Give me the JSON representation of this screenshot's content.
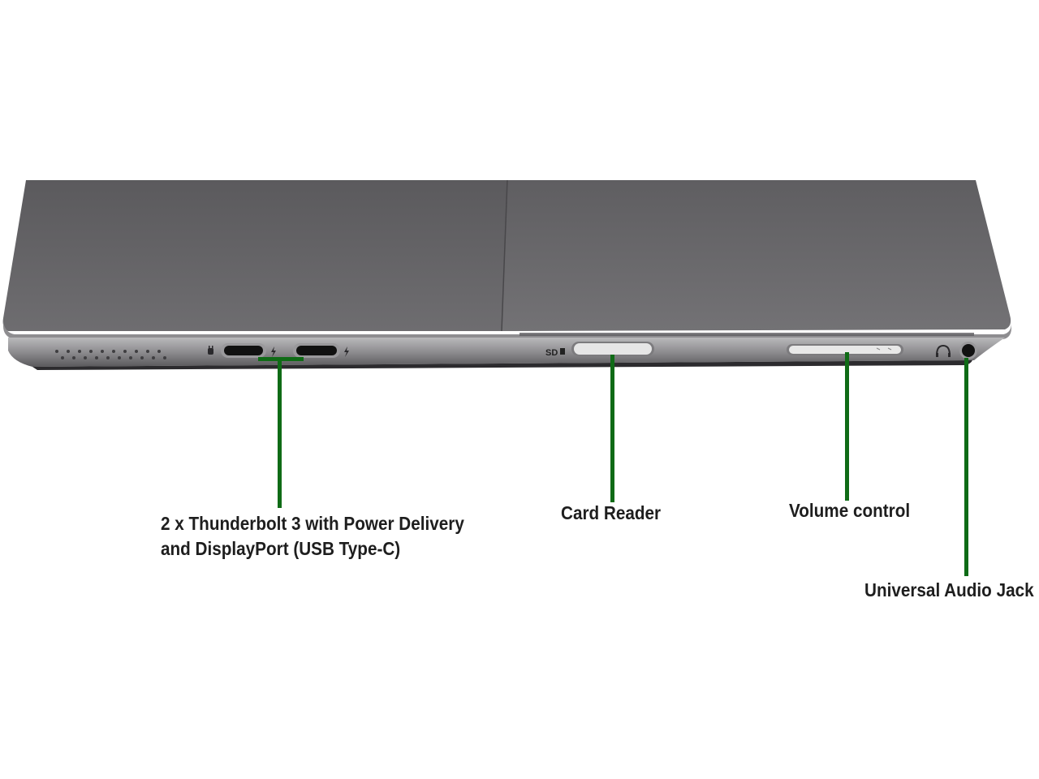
{
  "device": {
    "colors": {
      "body_dark": "#555457",
      "body_light": "#6f6e70",
      "edge": "#9a9a9c",
      "port": "#111111",
      "slot": "#e6e6e6",
      "callout_line": "#0f6b16"
    },
    "icons": [
      "speaker-grille-icon",
      "power-plug-icon",
      "lightning-bolt-icon",
      "sd-card-icon",
      "headphone-icon"
    ],
    "sd_marking": "SD"
  },
  "callouts": {
    "thunderbolt": {
      "line1": "2 x Thunderbolt 3 with Power Delivery",
      "line2": "and DisplayPort (USB Type-C)"
    },
    "card_reader": {
      "label": "Card Reader"
    },
    "volume": {
      "label": "Volume control"
    },
    "audio_jack": {
      "label": "Universal Audio Jack"
    }
  }
}
